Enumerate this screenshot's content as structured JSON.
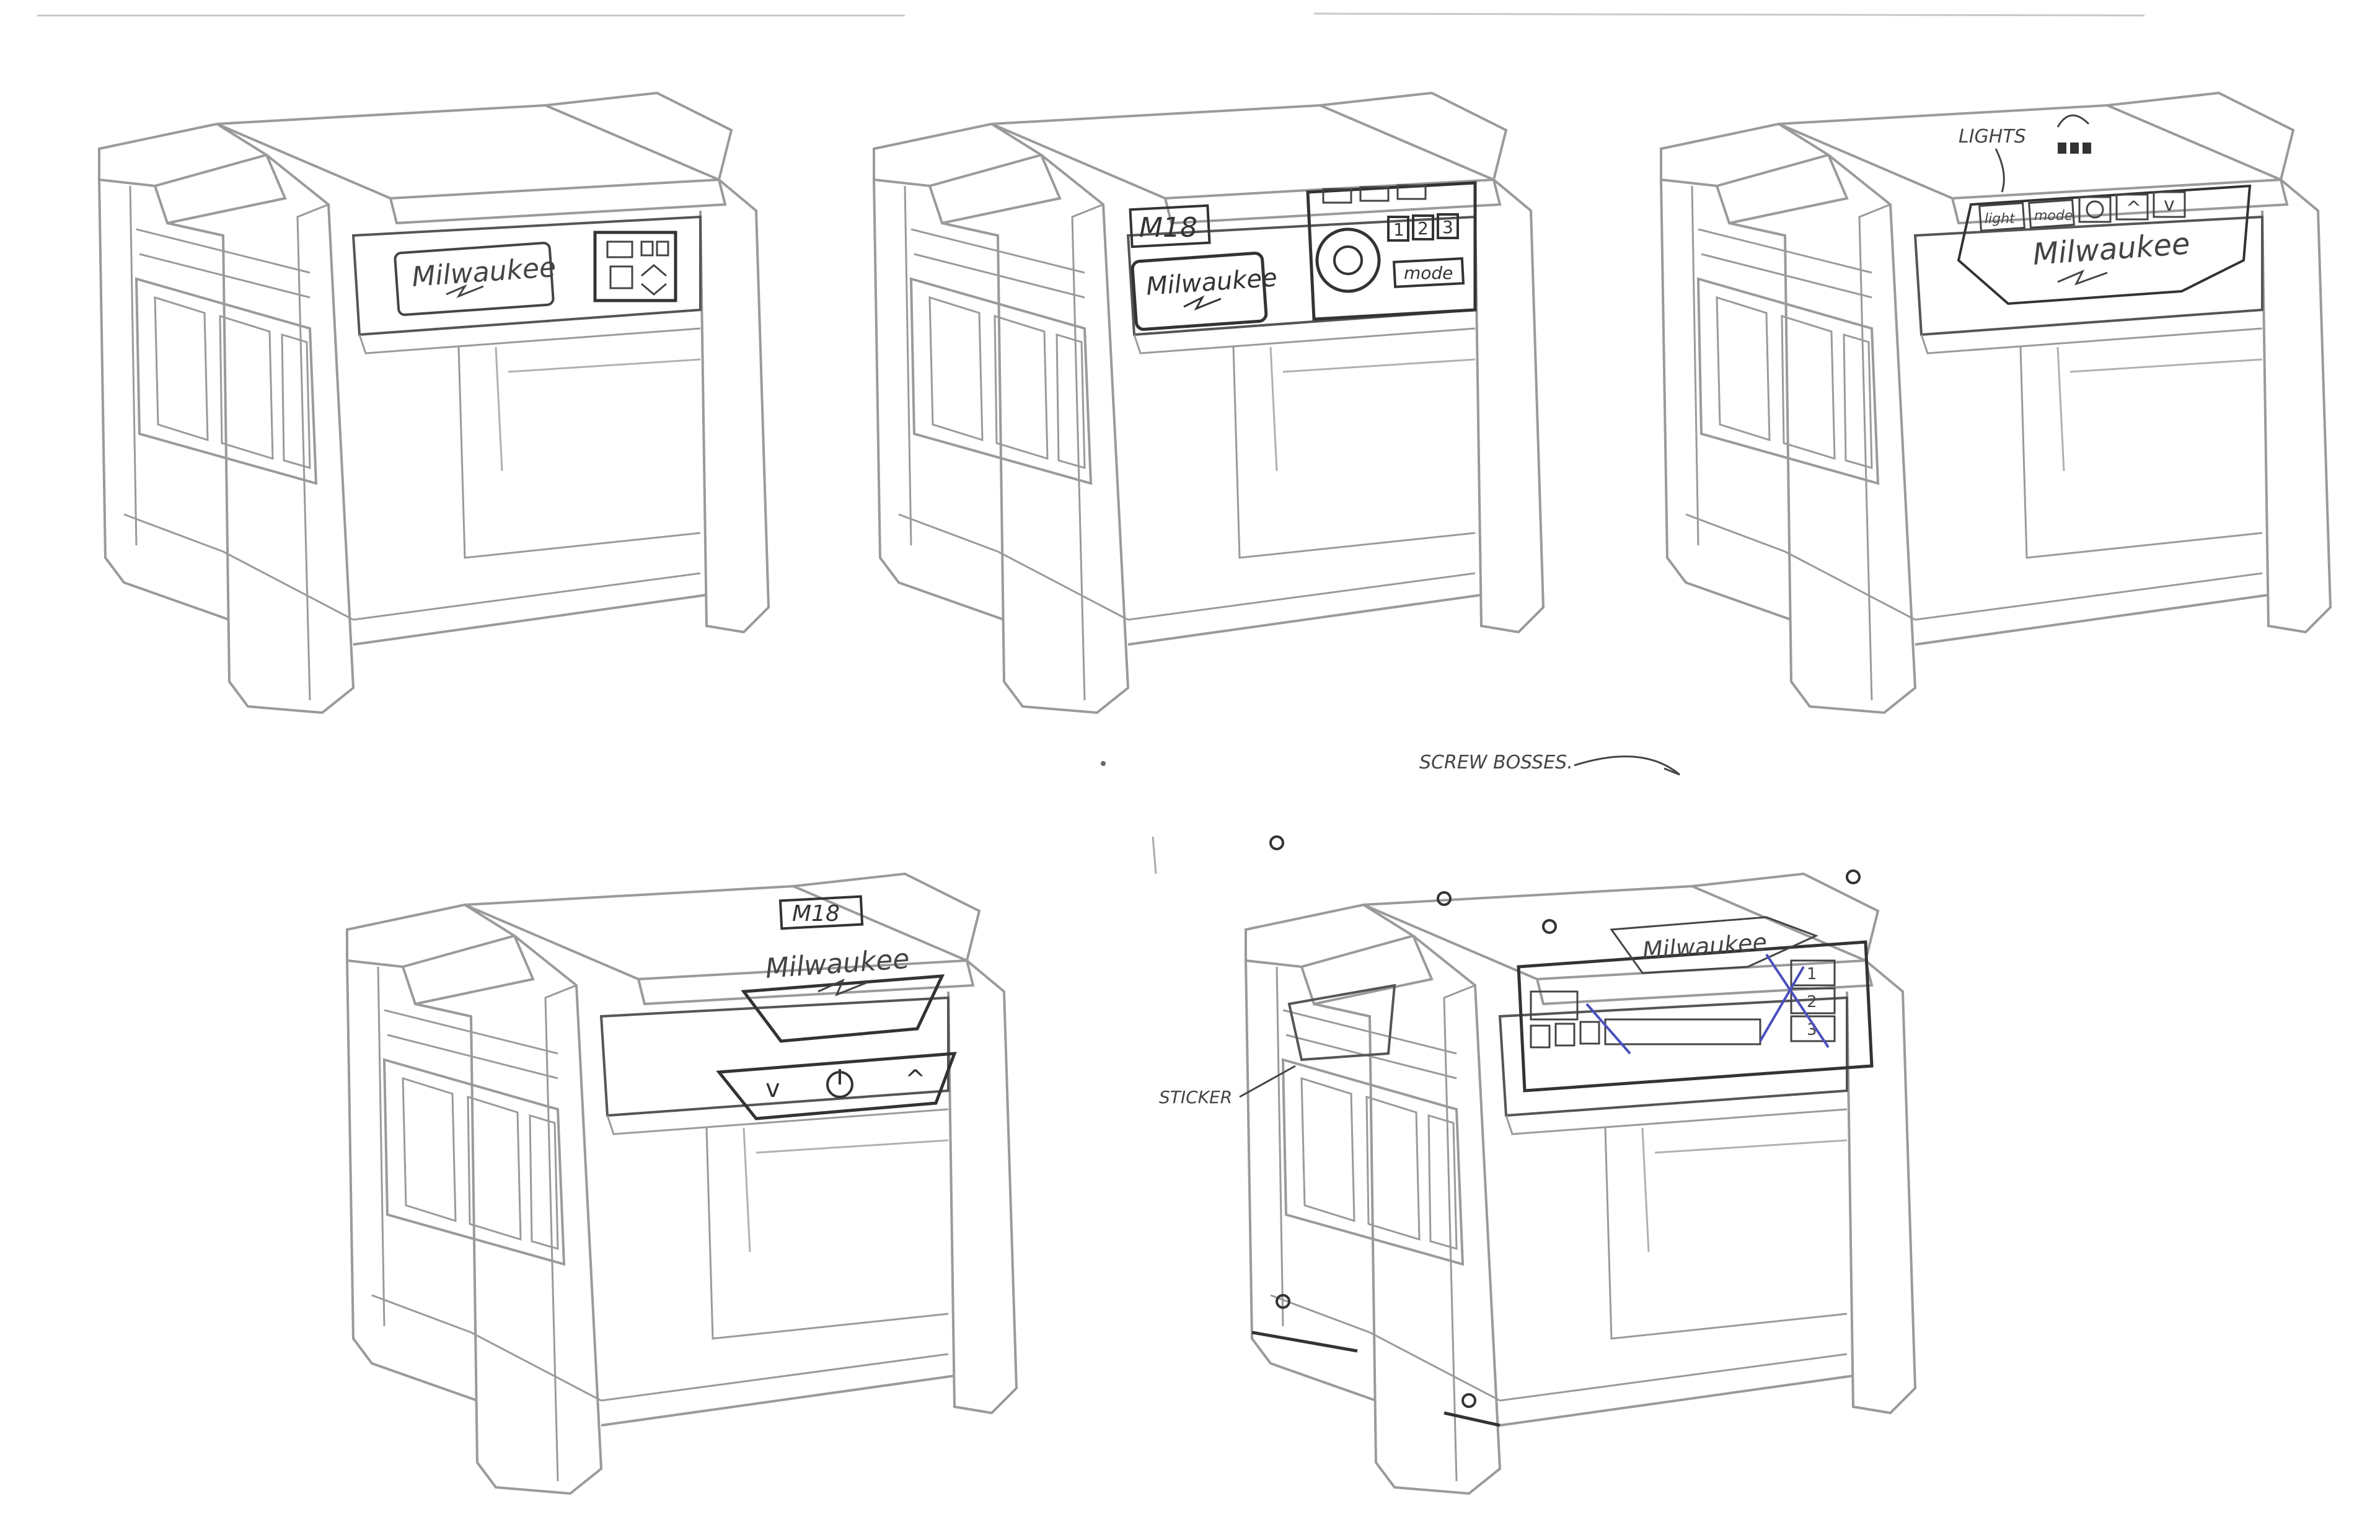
{
  "sketches": [
    {
      "id": "concept-1",
      "brand": "Milwaukee",
      "badge": "",
      "buttons": []
    },
    {
      "id": "concept-2",
      "brand": "Milwaukee",
      "badge": "M18",
      "buttons": [
        "1",
        "2",
        "3",
        "mode"
      ]
    },
    {
      "id": "concept-3",
      "brand": "Milwaukee",
      "badge": "",
      "buttons": [
        "light",
        "mode",
        "^",
        "v"
      ]
    },
    {
      "id": "concept-4",
      "brand": "Milwaukee",
      "badge": "M18",
      "buttons": [
        "v",
        "^"
      ]
    },
    {
      "id": "concept-5",
      "brand": "Milwaukee",
      "badge": "",
      "buttons": [
        "1",
        "2",
        "3"
      ]
    }
  ],
  "annotations": {
    "lights": "LIGHTS",
    "screw_bosses": "SCREW BOSSES.",
    "sticker": "STICKER"
  },
  "colors": {
    "pencil": "#8a8a8a",
    "pencil_dark": "#3a3a3a",
    "ink_blue": "#4a4fbf"
  }
}
